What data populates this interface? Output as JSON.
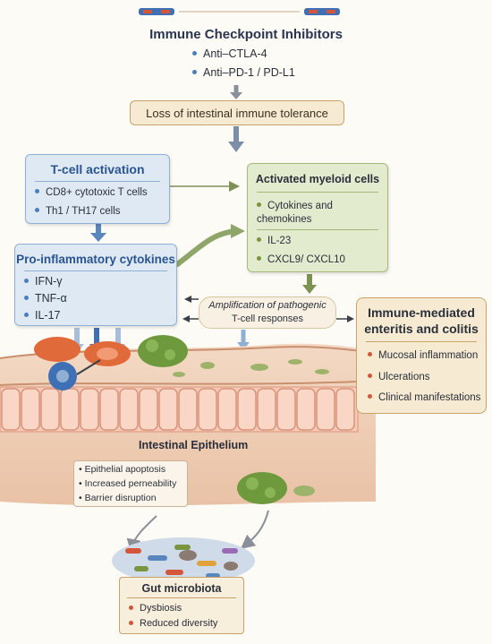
{
  "top": {
    "title": "Immune Checkpoint Inhibitors",
    "items": [
      "Anti–CTLA-4",
      "Anti–PD-1 / PD-L1"
    ]
  },
  "loss_box": {
    "label": "Loss of intestinal immune tolerance"
  },
  "tcell": {
    "title": "T-cell activation",
    "items": [
      "CD8+ cytotoxic T cells",
      "Th1 / TH17 cells"
    ]
  },
  "myeloid": {
    "title": "Activated myeloid cells",
    "items": [
      "Cytokines and chemokines",
      "IL-23",
      "CXCL9/ CXCL10"
    ]
  },
  "cytokines": {
    "title": "Pro-inflammatory cytokines",
    "items": [
      "IFN-γ",
      "TNF-α",
      "IL-17"
    ]
  },
  "amplification": {
    "line1": "Amplification of pathogenic",
    "line2": "T-cell responses"
  },
  "enteritis": {
    "title_line1": "Immune-mediated",
    "title_line2": "enteritis and colitis",
    "items": [
      "Mucosal inflammation",
      "Ulcerations",
      "Clinical manifestations"
    ]
  },
  "epithelium": {
    "label": "Intestinal Epithelium",
    "items": [
      "Epithelial apoptosis",
      "Increased perneability",
      "Barrier disruption"
    ]
  },
  "microbiota": {
    "title": "Gut microbiota",
    "items": [
      "Dysbiosis",
      "Reduced diversity"
    ]
  },
  "colors": {
    "blue_box": "#dfe9f4",
    "green_box": "#e3ebcf",
    "tan_box": "#f6ead2",
    "blue_dot": "#4a7fbf",
    "green_dot": "#7a9440",
    "red_dot": "#d4563a"
  }
}
